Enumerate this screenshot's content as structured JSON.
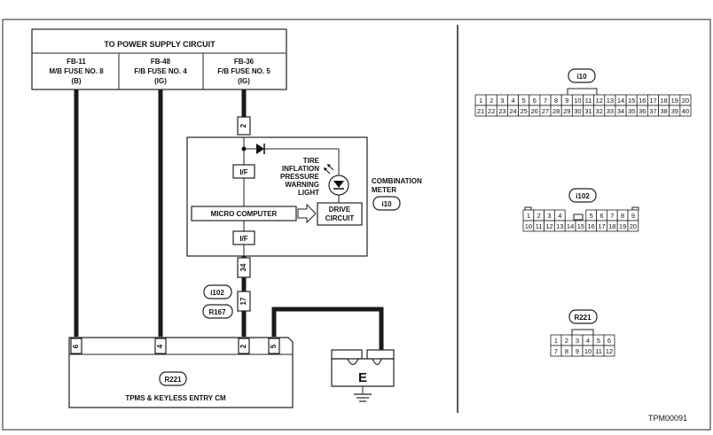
{
  "power": {
    "title": "TO POWER SUPPLY CIRCUIT",
    "fuses": [
      {
        "id": "FB-11",
        "name": "M/B FUSE NO. 8",
        "type": "(B)"
      },
      {
        "id": "FB-48",
        "name": "F/B FUSE NO. 4",
        "type": "(IG)"
      },
      {
        "id": "FB-36",
        "name": "F/B FUSE NO. 5",
        "type": "(IG)"
      }
    ]
  },
  "meter": {
    "name_line1": "COMBINATION",
    "name_line2": "METER",
    "connector": "i10",
    "pin_top": "2",
    "pin_bottom": "34",
    "if_top": "I/F",
    "if_bottom": "I/F",
    "lamp_lines": [
      "TIRE",
      "INFLATION",
      "PRESSURE",
      "WARNING",
      "LIGHT"
    ],
    "micro": "MICRO COMPUTER",
    "drive_line1": "DRIVE",
    "drive_line2": "CIRCUIT"
  },
  "harness": {
    "connector_a": "i102",
    "connector_b": "R167",
    "pin": "17"
  },
  "ecu": {
    "connector": "R221",
    "name": "TPMS & KEYLESS ENTRY CM",
    "pins": [
      "6",
      "4",
      "2",
      "5"
    ]
  },
  "ground": {
    "label": "E"
  },
  "connectors": [
    {
      "name": "i10",
      "row1": [
        "1",
        "2",
        "3",
        "4",
        "5",
        "6",
        "7",
        "8",
        "9",
        "10",
        "11",
        "12",
        "13",
        "14",
        "15",
        "16",
        "17",
        "18",
        "19",
        "20"
      ],
      "row2": [
        "21",
        "22",
        "23",
        "24",
        "25",
        "26",
        "27",
        "28",
        "29",
        "30",
        "31",
        "32",
        "33",
        "34",
        "35",
        "36",
        "37",
        "38",
        "39",
        "40"
      ]
    },
    {
      "name": "i102",
      "row1": [
        "1",
        "2",
        "3",
        "4",
        "",
        "",
        "5",
        "6",
        "7",
        "8",
        "9"
      ],
      "row2": [
        "10",
        "11",
        "12",
        "13",
        "14",
        "15",
        "16",
        "17",
        "18",
        "19",
        "20"
      ]
    },
    {
      "name": "R221",
      "row1": [
        "1",
        "2",
        "3",
        "4",
        "5",
        "6"
      ],
      "row2": [
        "7",
        "8",
        "9",
        "10",
        "11",
        "12"
      ]
    }
  ],
  "figure_code": "TPM00091"
}
